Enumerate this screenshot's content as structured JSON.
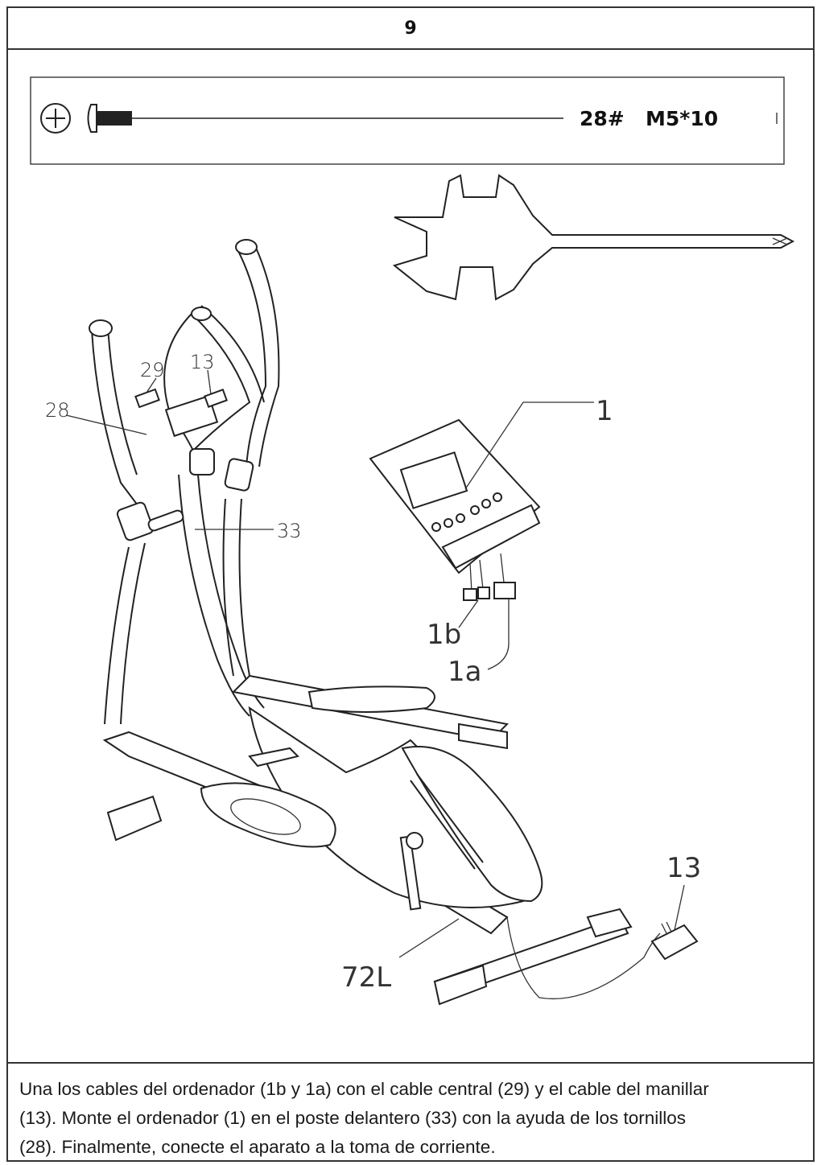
{
  "step": {
    "number": "9"
  },
  "hardware": {
    "part_code": "28#",
    "spec": "M5*10"
  },
  "callouts": {
    "c29": "29",
    "c13_top": "13",
    "c28": "28",
    "c1": "1",
    "c33": "33",
    "c1b": "1b",
    "c1a": "1a",
    "c13_bottom": "13",
    "c72l": "72L"
  },
  "instructions": {
    "line1": "Una los cables del ordenador (1b y 1a) con el cable central (29) y el cable del manillar",
    "line2": "(13). Monte el ordenador (1) en el poste delantero (33) con la ayuda de los tornillos",
    "line3": "(28). Finalmente, conecte el aparato a la toma de corriente."
  }
}
